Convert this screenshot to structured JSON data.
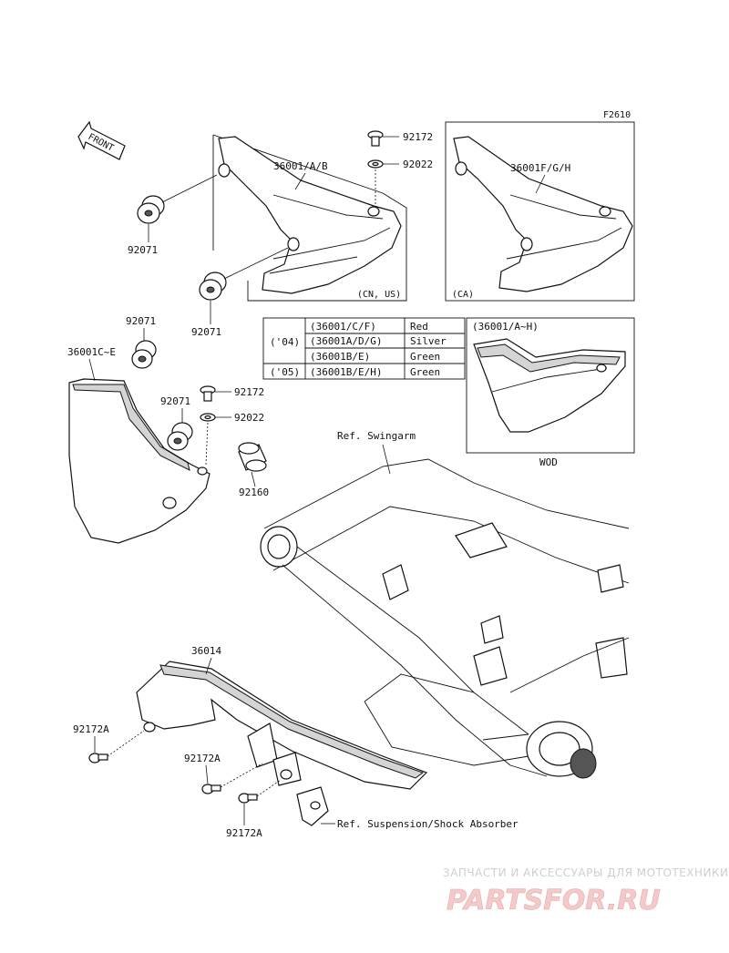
{
  "figure_code": "F2610",
  "front_arrow_label": "FRONT",
  "parts": {
    "p92172_top": "92172",
    "p92022_top": "92022",
    "p36001_ab": "36001/A/B",
    "p36001_fgh": "36001F/G/H",
    "p92071_a": "92071",
    "p92071_b": "92071",
    "p92071_c": "92071",
    "p92071_d": "92071",
    "p36001_ce": "36001C~E",
    "p92172_mid": "92172",
    "p92022_mid": "92022",
    "p92160": "92160",
    "p36014": "36014",
    "p92172a_1": "92172A",
    "p92172a_2": "92172A",
    "p92172a_3": "92172A"
  },
  "region_tags": {
    "cn_us": "(CN, US)",
    "ca": "(CA)",
    "wod_header": "(36001/A~H)",
    "wod": "WOD"
  },
  "references": {
    "swingarm": "Ref. Swingarm",
    "suspension": "Ref. Suspension/Shock Absorber"
  },
  "color_table": [
    {
      "year": "('04)",
      "parts": "(36001/C/F)",
      "color": "Red"
    },
    {
      "year": "",
      "parts": "(36001A/D/G)",
      "color": "Silver"
    },
    {
      "year": "",
      "parts": "(36001B/E)",
      "color": "Green"
    },
    {
      "year": "('05)",
      "parts": "(36001B/E/H)",
      "color": "Green"
    }
  ],
  "watermark": {
    "tagline": "ЗАПЧАСТИ И АКСЕССУАРЫ ДЛЯ МОТОТЕХНИКИ",
    "brand": "PARTSFOR.RU"
  }
}
